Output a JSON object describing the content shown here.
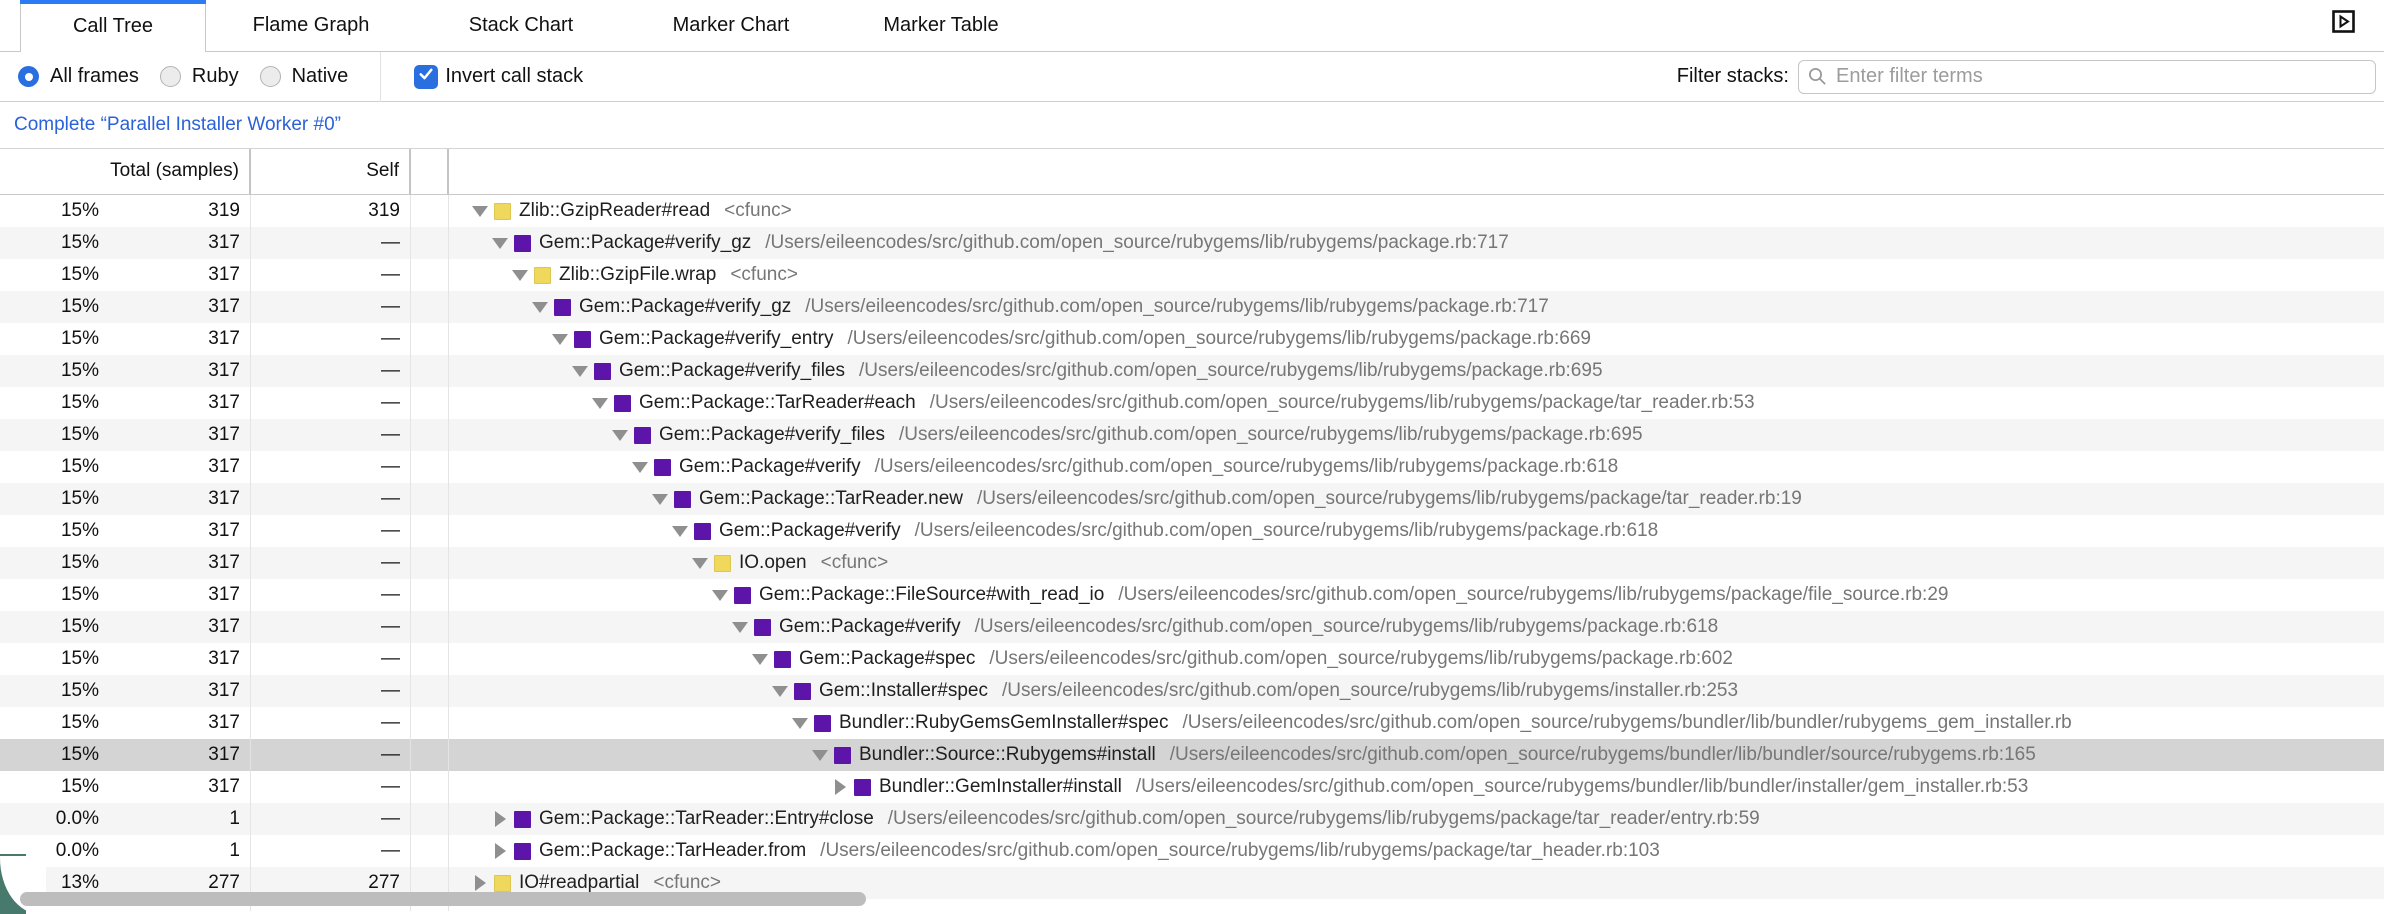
{
  "tabs": [
    {
      "label": "Call Tree",
      "active": true
    },
    {
      "label": "Flame Graph",
      "active": false
    },
    {
      "label": "Stack Chart",
      "active": false
    },
    {
      "label": "Marker Chart",
      "active": false
    },
    {
      "label": "Marker Table",
      "active": false
    }
  ],
  "toolbar": {
    "radios": [
      {
        "id": "all-frames",
        "label": "All frames",
        "selected": true
      },
      {
        "id": "ruby",
        "label": "Ruby",
        "selected": false
      },
      {
        "id": "native",
        "label": "Native",
        "selected": false
      }
    ],
    "invert_label": "Invert call stack",
    "invert_checked": true,
    "filter_label": "Filter stacks:",
    "filter_placeholder": "Enter filter terms",
    "filter_value": ""
  },
  "worker_link": "Complete “Parallel Installer Worker #0”",
  "table_header": {
    "total": "Total (samples)",
    "self": "Self"
  },
  "colors": {
    "accent_blue": "#2a6fe0",
    "tab_indicator_blue": "#2d7bf4",
    "link_blue": "#2a62d9",
    "category_ruby_purple": "#5c15a8",
    "category_cfunc_yellow": "#f0d85c",
    "selected_row": "#d4d4d4",
    "alt_row": "#f5f5f6",
    "corner_teal": "#47796d"
  },
  "tree": {
    "rows": [
      {
        "total": "15%",
        "samples": "319",
        "self": "319",
        "depth": 0,
        "arrow": "down",
        "cat": "cfunc",
        "name": "Zlib::GzipReader#read",
        "detail": "<cfunc>",
        "selected": false
      },
      {
        "total": "15%",
        "samples": "317",
        "self": "—",
        "depth": 1,
        "arrow": "down",
        "cat": "ruby",
        "name": "Gem::Package#verify_gz",
        "detail": "/Users/eileencodes/src/github.com/open_source/rubygems/lib/rubygems/package.rb:717",
        "selected": false
      },
      {
        "total": "15%",
        "samples": "317",
        "self": "—",
        "depth": 2,
        "arrow": "down",
        "cat": "cfunc",
        "name": "Zlib::GzipFile.wrap",
        "detail": "<cfunc>",
        "selected": false
      },
      {
        "total": "15%",
        "samples": "317",
        "self": "—",
        "depth": 3,
        "arrow": "down",
        "cat": "ruby",
        "name": "Gem::Package#verify_gz",
        "detail": "/Users/eileencodes/src/github.com/open_source/rubygems/lib/rubygems/package.rb:717",
        "selected": false
      },
      {
        "total": "15%",
        "samples": "317",
        "self": "—",
        "depth": 4,
        "arrow": "down",
        "cat": "ruby",
        "name": "Gem::Package#verify_entry",
        "detail": "/Users/eileencodes/src/github.com/open_source/rubygems/lib/rubygems/package.rb:669",
        "selected": false
      },
      {
        "total": "15%",
        "samples": "317",
        "self": "—",
        "depth": 5,
        "arrow": "down",
        "cat": "ruby",
        "name": "Gem::Package#verify_files",
        "detail": "/Users/eileencodes/src/github.com/open_source/rubygems/lib/rubygems/package.rb:695",
        "selected": false
      },
      {
        "total": "15%",
        "samples": "317",
        "self": "—",
        "depth": 6,
        "arrow": "down",
        "cat": "ruby",
        "name": "Gem::Package::TarReader#each",
        "detail": "/Users/eileencodes/src/github.com/open_source/rubygems/lib/rubygems/package/tar_reader.rb:53",
        "selected": false
      },
      {
        "total": "15%",
        "samples": "317",
        "self": "—",
        "depth": 7,
        "arrow": "down",
        "cat": "ruby",
        "name": "Gem::Package#verify_files",
        "detail": "/Users/eileencodes/src/github.com/open_source/rubygems/lib/rubygems/package.rb:695",
        "selected": false
      },
      {
        "total": "15%",
        "samples": "317",
        "self": "—",
        "depth": 8,
        "arrow": "down",
        "cat": "ruby",
        "name": "Gem::Package#verify",
        "detail": "/Users/eileencodes/src/github.com/open_source/rubygems/lib/rubygems/package.rb:618",
        "selected": false
      },
      {
        "total": "15%",
        "samples": "317",
        "self": "—",
        "depth": 9,
        "arrow": "down",
        "cat": "ruby",
        "name": "Gem::Package::TarReader.new",
        "detail": "/Users/eileencodes/src/github.com/open_source/rubygems/lib/rubygems/package/tar_reader.rb:19",
        "selected": false
      },
      {
        "total": "15%",
        "samples": "317",
        "self": "—",
        "depth": 10,
        "arrow": "down",
        "cat": "ruby",
        "name": "Gem::Package#verify",
        "detail": "/Users/eileencodes/src/github.com/open_source/rubygems/lib/rubygems/package.rb:618",
        "selected": false
      },
      {
        "total": "15%",
        "samples": "317",
        "self": "—",
        "depth": 11,
        "arrow": "down",
        "cat": "cfunc",
        "name": "IO.open",
        "detail": "<cfunc>",
        "selected": false
      },
      {
        "total": "15%",
        "samples": "317",
        "self": "—",
        "depth": 12,
        "arrow": "down",
        "cat": "ruby",
        "name": "Gem::Package::FileSource#with_read_io",
        "detail": "/Users/eileencodes/src/github.com/open_source/rubygems/lib/rubygems/package/file_source.rb:29",
        "selected": false
      },
      {
        "total": "15%",
        "samples": "317",
        "self": "—",
        "depth": 13,
        "arrow": "down",
        "cat": "ruby",
        "name": "Gem::Package#verify",
        "detail": "/Users/eileencodes/src/github.com/open_source/rubygems/lib/rubygems/package.rb:618",
        "selected": false
      },
      {
        "total": "15%",
        "samples": "317",
        "self": "—",
        "depth": 14,
        "arrow": "down",
        "cat": "ruby",
        "name": "Gem::Package#spec",
        "detail": "/Users/eileencodes/src/github.com/open_source/rubygems/lib/rubygems/package.rb:602",
        "selected": false
      },
      {
        "total": "15%",
        "samples": "317",
        "self": "—",
        "depth": 15,
        "arrow": "down",
        "cat": "ruby",
        "name": "Gem::Installer#spec",
        "detail": "/Users/eileencodes/src/github.com/open_source/rubygems/lib/rubygems/installer.rb:253",
        "selected": false
      },
      {
        "total": "15%",
        "samples": "317",
        "self": "—",
        "depth": 16,
        "arrow": "down",
        "cat": "ruby",
        "name": "Bundler::RubyGemsGemInstaller#spec",
        "detail": "/Users/eileencodes/src/github.com/open_source/rubygems/bundler/lib/bundler/rubygems_gem_installer.rb",
        "selected": false
      },
      {
        "total": "15%",
        "samples": "317",
        "self": "—",
        "depth": 17,
        "arrow": "down",
        "cat": "ruby",
        "name": "Bundler::Source::Rubygems#install",
        "detail": "/Users/eileencodes/src/github.com/open_source/rubygems/bundler/lib/bundler/source/rubygems.rb:165",
        "selected": true
      },
      {
        "total": "15%",
        "samples": "317",
        "self": "—",
        "depth": 18,
        "arrow": "right",
        "cat": "ruby",
        "name": "Bundler::GemInstaller#install",
        "detail": "/Users/eileencodes/src/github.com/open_source/rubygems/bundler/lib/bundler/installer/gem_installer.rb:53",
        "selected": false
      },
      {
        "total": "0.0%",
        "samples": "1",
        "self": "—",
        "depth": 1,
        "arrow": "right",
        "cat": "ruby",
        "name": "Gem::Package::TarReader::Entry#close",
        "detail": "/Users/eileencodes/src/github.com/open_source/rubygems/lib/rubygems/package/tar_reader/entry.rb:59",
        "selected": false
      },
      {
        "total": "0.0%",
        "samples": "1",
        "self": "—",
        "depth": 1,
        "arrow": "right",
        "cat": "ruby",
        "name": "Gem::Package::TarHeader.from",
        "detail": "/Users/eileencodes/src/github.com/open_source/rubygems/lib/rubygems/package/tar_header.rb:103",
        "selected": false
      },
      {
        "total": "13%",
        "samples": "277",
        "self": "277",
        "depth": 0,
        "arrow": "right",
        "cat": "cfunc",
        "name": "IO#readpartial",
        "detail": "<cfunc>",
        "selected": false
      }
    ]
  }
}
